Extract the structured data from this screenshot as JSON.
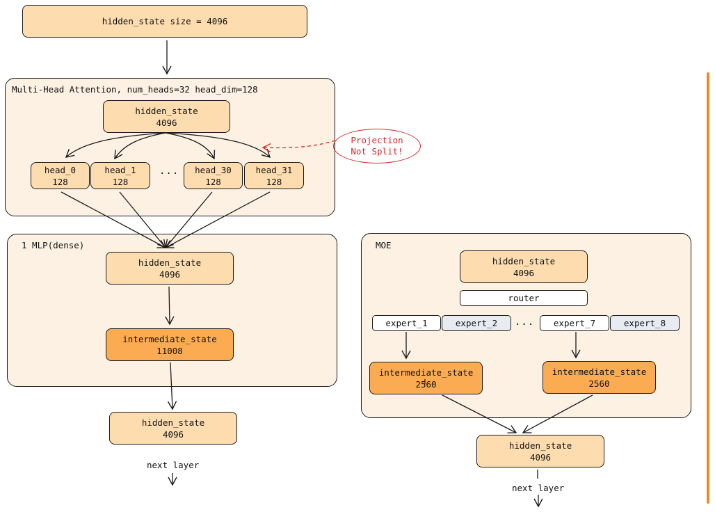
{
  "top_node": {
    "label": "hidden_state size = 4096"
  },
  "mha": {
    "title": "Multi-Head Attention, num_heads=32 head_dim=128",
    "input": {
      "name": "hidden_state",
      "value": "4096"
    },
    "heads": [
      {
        "name": "head_0",
        "value": "128"
      },
      {
        "name": "head_1",
        "value": "128"
      },
      {
        "name": "head_30",
        "value": "128"
      },
      {
        "name": "head_31",
        "value": "128"
      }
    ],
    "ellipsis": "...",
    "callout": {
      "line1": "Projection",
      "line2": "Not Split!"
    }
  },
  "mlp": {
    "title": "1 MLP(dense)",
    "input": {
      "name": "hidden_state",
      "value": "4096"
    },
    "intermediate": {
      "name": "intermediate_state",
      "value": "11008"
    },
    "output": {
      "name": "hidden_state",
      "value": "4096"
    },
    "next": "next layer"
  },
  "moe": {
    "title": "MOE",
    "input": {
      "name": "hidden_state",
      "value": "4096"
    },
    "router": "router",
    "experts": [
      "expert_1",
      "expert_2",
      "expert_7",
      "expert_8"
    ],
    "ellipsis": "...",
    "intermediate_left": {
      "name": "intermediate_state",
      "value": "2560"
    },
    "intermediate_right": {
      "name": "intermediate_state",
      "value": "2560"
    },
    "output": {
      "name": "hidden_state",
      "value": "4096"
    },
    "next": "next layer"
  },
  "colors": {
    "group_fill": "#fdf1e4",
    "node_light": "#fddcb0",
    "node_dark": "#fbab52",
    "expert_inactive": "#e8ecf1",
    "callout": "#d62828",
    "side_bar": "#f08a1e"
  }
}
